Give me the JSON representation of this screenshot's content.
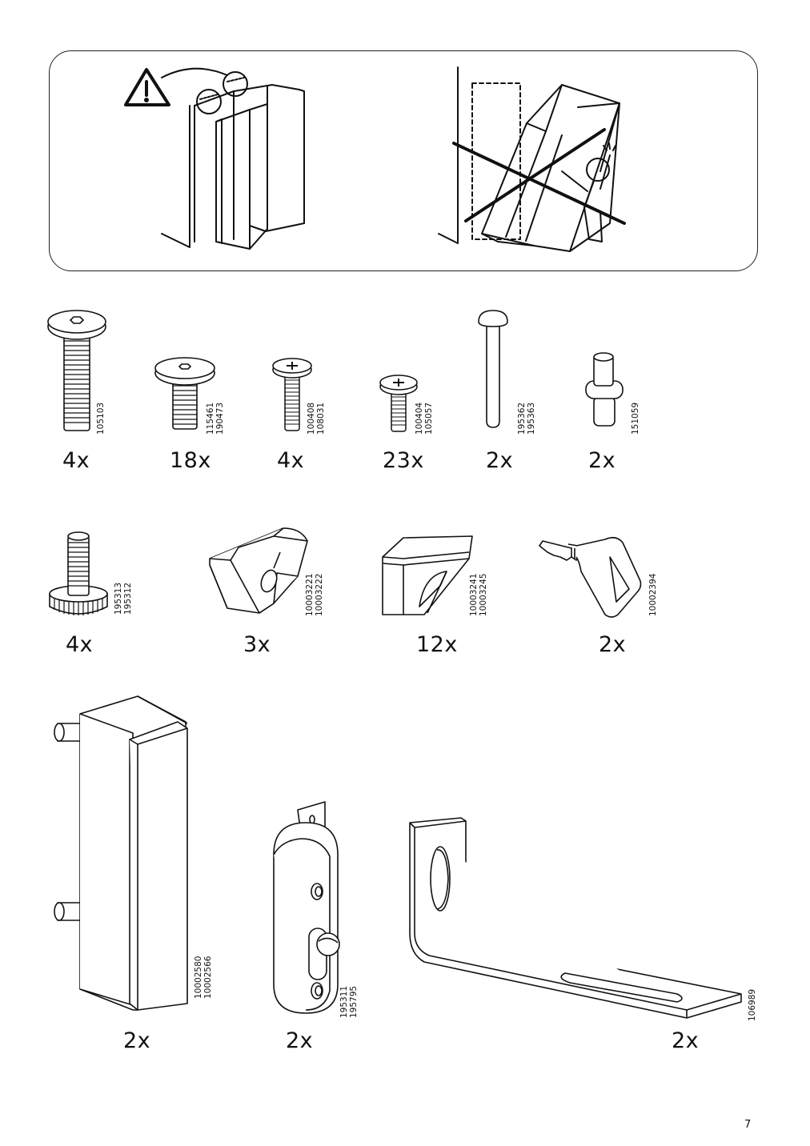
{
  "page": {
    "number": "7"
  },
  "warning": {
    "icon": "warning-triangle-icon"
  },
  "parts": [
    {
      "id": "p1",
      "codes": [
        "105103"
      ],
      "qty": "4x"
    },
    {
      "id": "p2",
      "codes": [
        "115461",
        "190473"
      ],
      "qty": "18x"
    },
    {
      "id": "p3",
      "codes": [
        "100408",
        "108031"
      ],
      "qty": "4x"
    },
    {
      "id": "p4",
      "codes": [
        "100404",
        "105057"
      ],
      "qty": "23x"
    },
    {
      "id": "p5",
      "codes": [
        "195362",
        "195363"
      ],
      "qty": "2x"
    },
    {
      "id": "p6",
      "codes": [
        "151059"
      ],
      "qty": "2x"
    },
    {
      "id": "p7",
      "codes": [
        "195313",
        "195312"
      ],
      "qty": "4x"
    },
    {
      "id": "p8",
      "codes": [
        "10003221",
        "10003222"
      ],
      "qty": "3x"
    },
    {
      "id": "p9",
      "codes": [
        "10003241",
        "10003245"
      ],
      "qty": "12x"
    },
    {
      "id": "p10",
      "codes": [
        "10002394"
      ],
      "qty": "2x"
    },
    {
      "id": "p11",
      "codes": [
        "10002580",
        "10002566"
      ],
      "qty": "2x"
    },
    {
      "id": "p12",
      "codes": [
        "195311",
        "195795"
      ],
      "qty": "2x"
    },
    {
      "id": "p13",
      "codes": [
        "106989"
      ],
      "qty": "2x"
    }
  ]
}
